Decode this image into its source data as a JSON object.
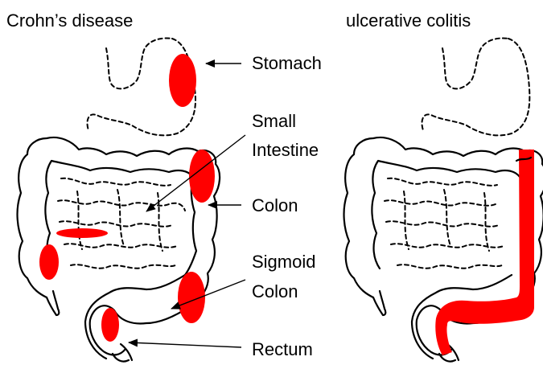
{
  "titles": {
    "left": "Crohn’s disease",
    "right": "ulcerative colitis"
  },
  "labels": {
    "stomach": "Stomach",
    "small_intestine_1": "Small",
    "small_intestine_2": "Intestine",
    "colon": "Colon",
    "sigmoid_1": "Sigmoid",
    "sigmoid_2": "Colon",
    "rectum": "Rectum"
  },
  "colors": {
    "lesion": "#ff0000",
    "outline": "#000000",
    "background": "#ffffff"
  }
}
